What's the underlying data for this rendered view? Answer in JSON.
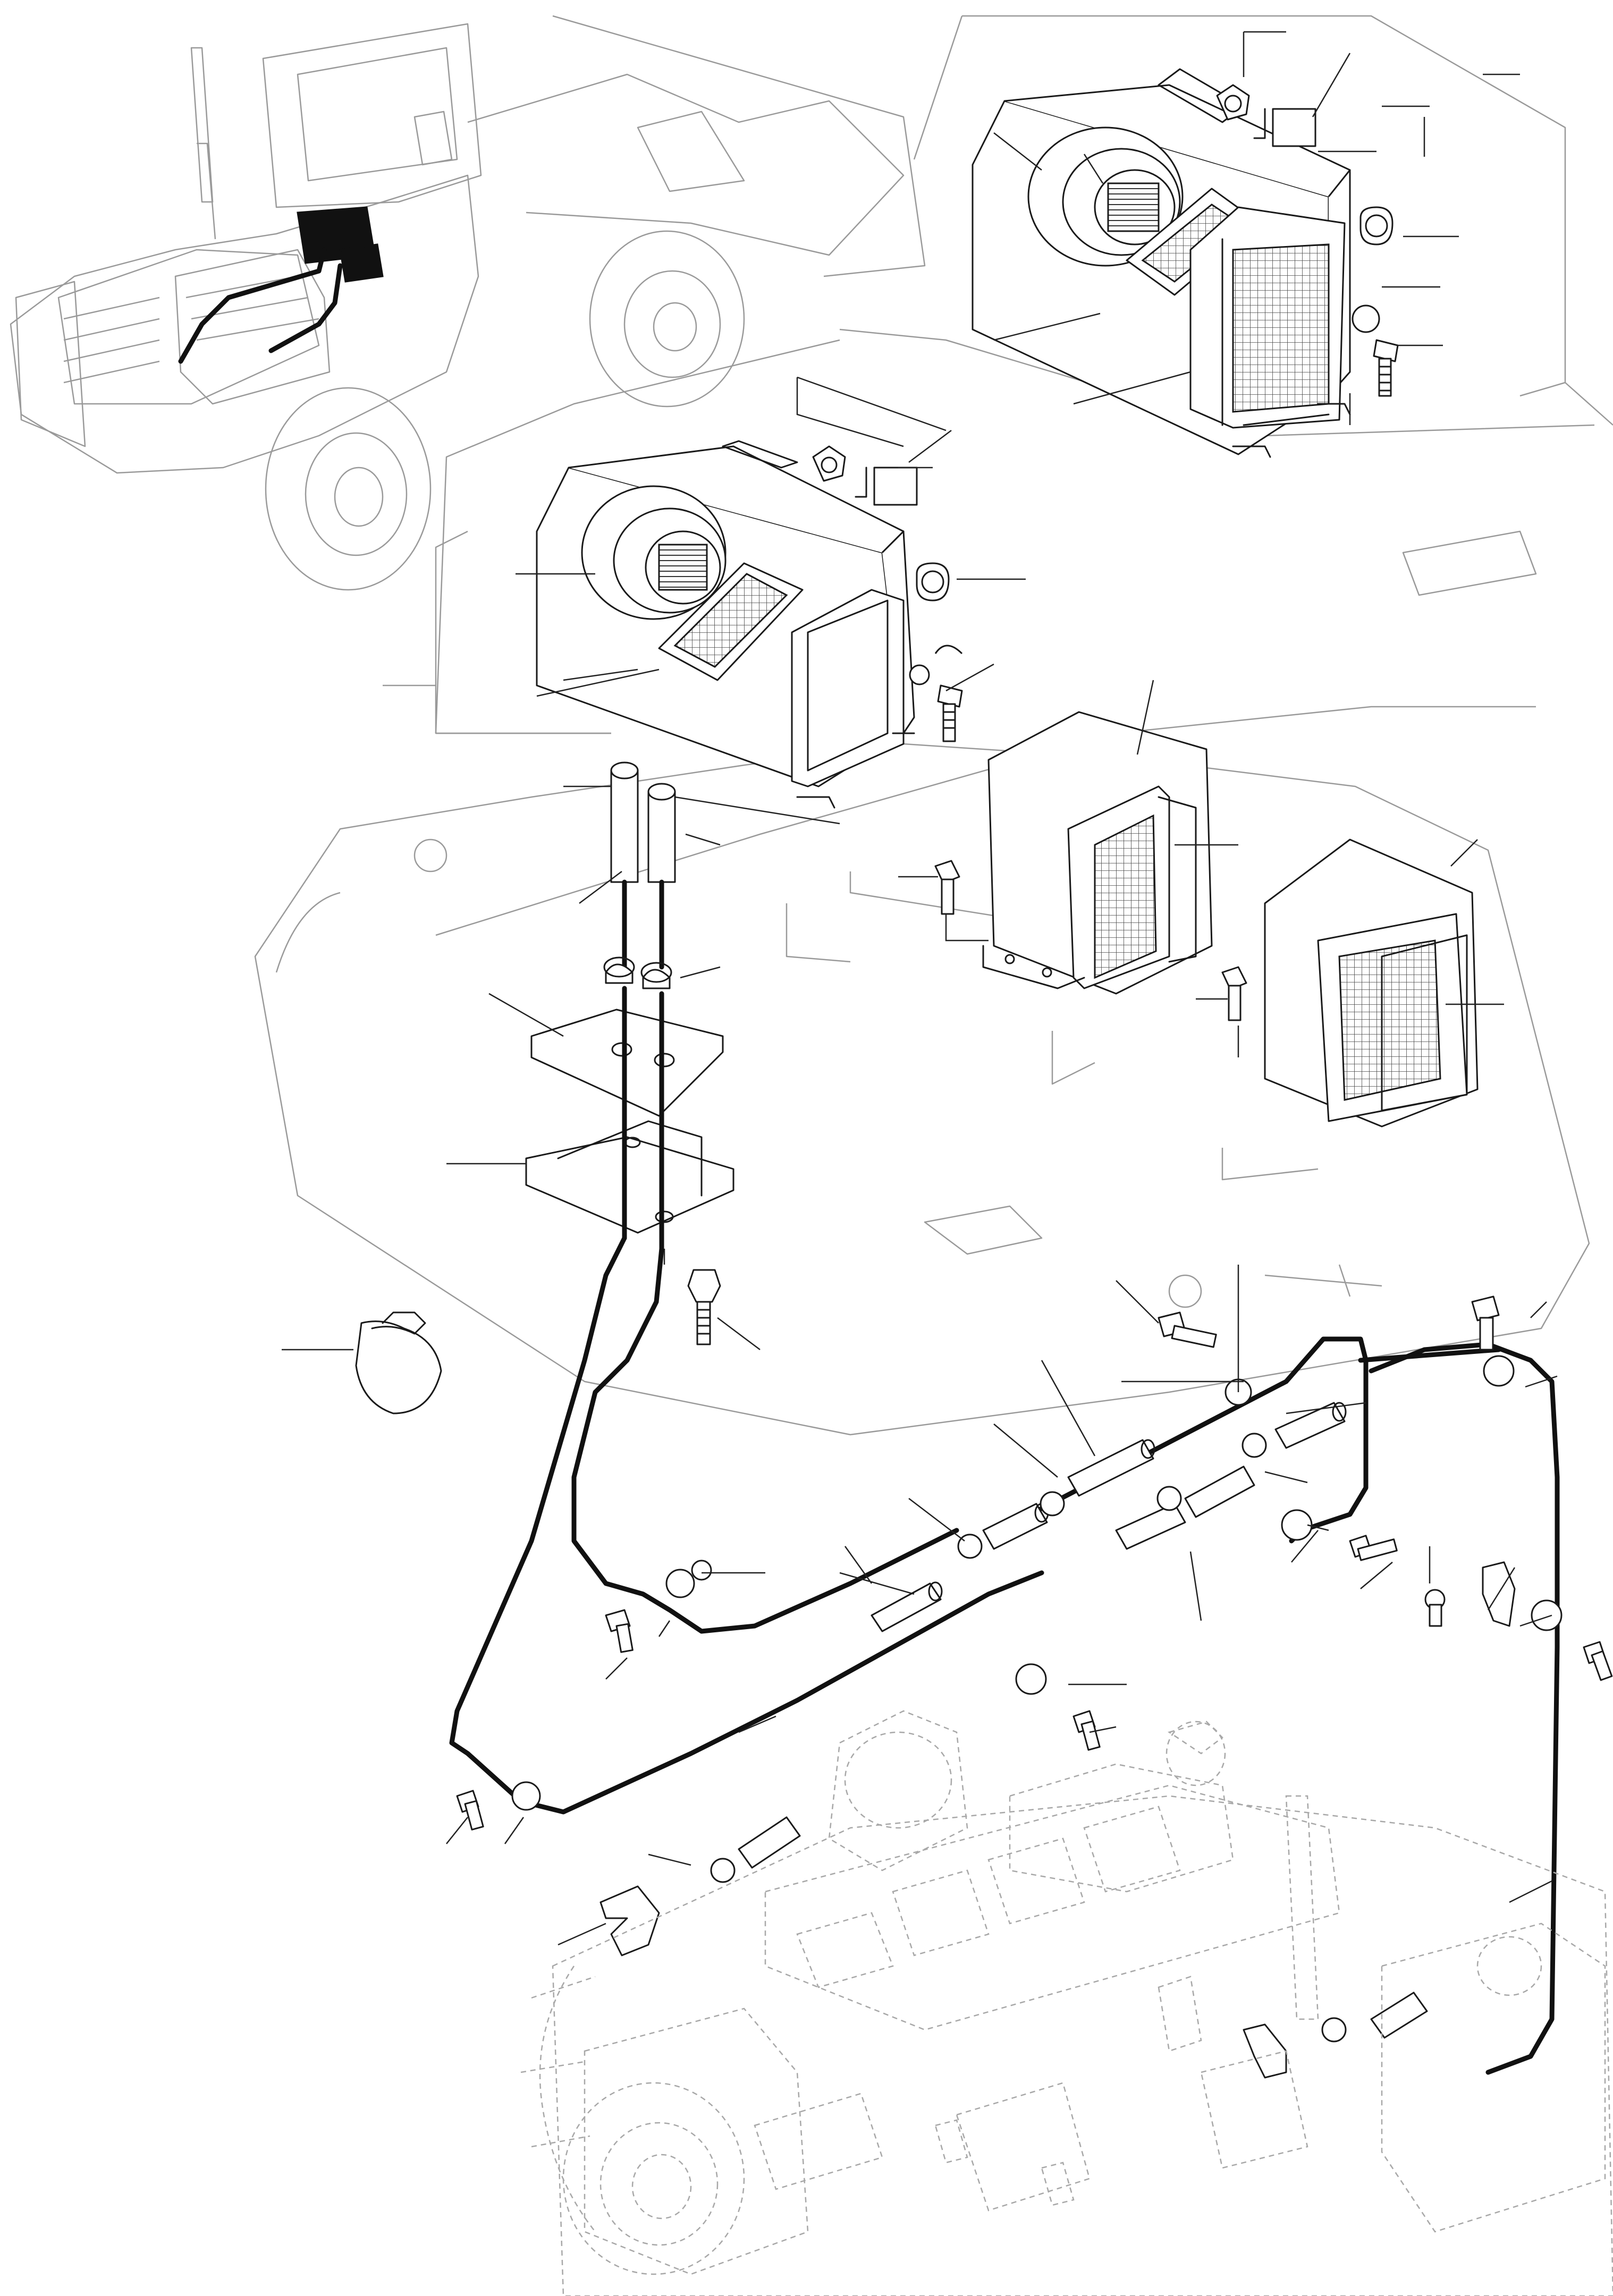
{
  "figure": {
    "kind": "exploded parts illustration",
    "printed_text": [],
    "colors": {
      "line": "#1a1a1a",
      "hose": "#111111",
      "background": "#ffffff",
      "engine_ghost": "#9a9a9a"
    }
  },
  "components": [
    {
      "name": "wheel-loader-locator",
      "icon": "wheel-loader-icon"
    },
    {
      "name": "heater-unit-detail-a",
      "icon": "blower-box-icon"
    },
    {
      "name": "heater-unit-detail-b",
      "icon": "blower-box-icon"
    },
    {
      "name": "heater-core-a",
      "icon": "core-icon"
    },
    {
      "name": "heater-core-b",
      "icon": "core-icon"
    },
    {
      "name": "cab-floor-plate",
      "icon": "plate-icon"
    },
    {
      "name": "hose-pipes",
      "icon": "pipe-icon"
    },
    {
      "name": "bulkhead-bracket",
      "icon": "bracket-icon"
    },
    {
      "name": "heater-hose-loop",
      "icon": "hose-icon"
    },
    {
      "name": "engine",
      "icon": "engine-icon"
    }
  ]
}
